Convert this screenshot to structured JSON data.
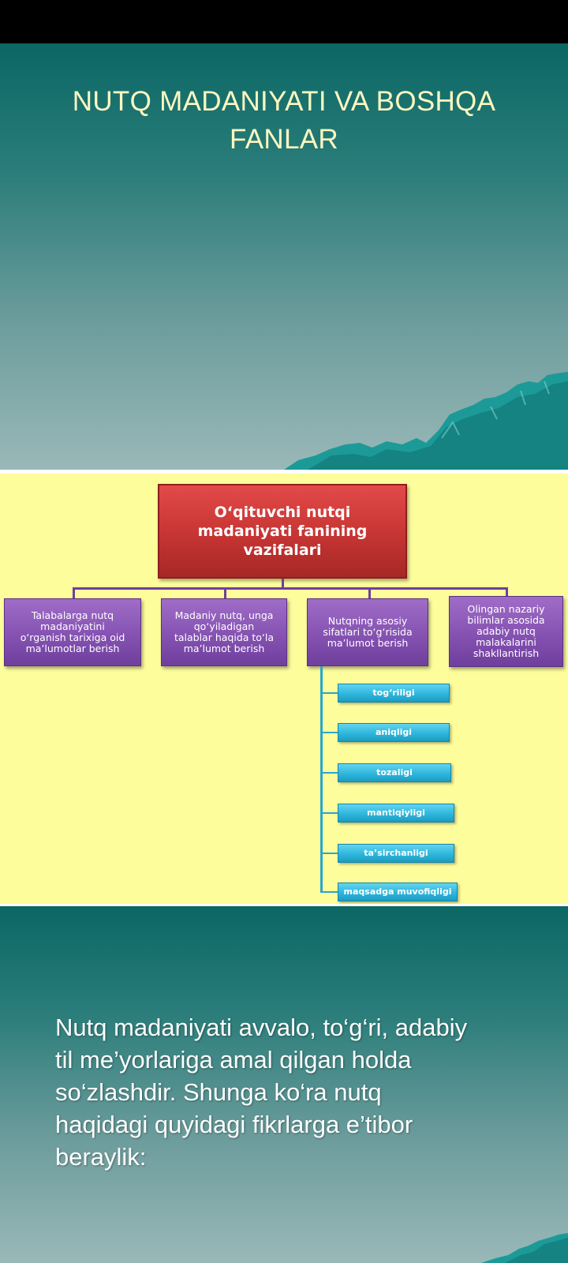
{
  "slide1": {
    "title_line1": "NUTQ MADANIYATI VA BOSHQA",
    "title_line2": "FANLAR"
  },
  "slide2": {
    "root": {
      "line1": "O‘qituvchi nutqi",
      "line2": "madaniyati fanining",
      "line3": "vazifalari"
    },
    "children": [
      {
        "lines": [
          "Talabalarga nutq",
          "madaniyatini",
          "o‘rganish tarixiga oid",
          "ma’lumotlar berish"
        ]
      },
      {
        "lines": [
          "Madaniy nutq, unga",
          "qo‘yiladigan",
          "talablar haqida to‘la",
          "ma’lumot berish"
        ]
      },
      {
        "lines": [
          "Nutqning asosiy",
          "sifatlari to‘g‘risida",
          "ma’lumot berish"
        ]
      },
      {
        "lines": [
          "Olingan nazariy",
          "bilimlar asosida",
          "adabiy nutq",
          "malakalarini",
          "shakllantirish"
        ]
      }
    ],
    "qualities": [
      "tog‘riligi",
      "aniqligi",
      "tozaligi",
      "mantiqiyligi",
      "ta’sirchanligi",
      "maqsadga muvofiqligi"
    ]
  },
  "slide3": {
    "lines": [
      "Nutq madaniyati avvalo, to‘g‘ri, adabiy",
      "til me’yorlariga amal qilgan holda",
      "so‘zlashdir. Shunga ko‘ra nutq",
      "haqidagi quyidagi fikrlarga e’tibor",
      "beraylik:"
    ]
  },
  "colors": {
    "teal_top": "#0b6764",
    "root_red": "#c53533",
    "purple": "#8552b2",
    "cyan": "#2eb6dc",
    "yellow_bg": "#fdfd9c",
    "title": "#fdf7c0"
  }
}
